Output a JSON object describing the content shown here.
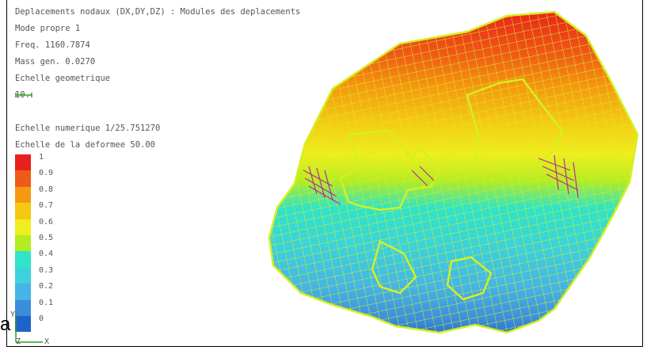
{
  "header": {
    "title": "Deplacements nodaux (DX,DY,DZ) : Modules des deplacements",
    "mode": "Mode propre 1",
    "freq": "Freq. 1160.7874",
    "mass": "Mass gen. 0.0270",
    "geom_scale_label": "Echelle geometrique",
    "geom_scale_value": "10.",
    "num_scale": "Echelle numerique 1/25.751270",
    "deform_scale": "Echelle de la deformee 50.00"
  },
  "legend": {
    "items": [
      {
        "label": "1",
        "color": "#e8201c"
      },
      {
        "label": "0.9",
        "color": "#f05a18"
      },
      {
        "label": "0.8",
        "color": "#f59a10"
      },
      {
        "label": "0.7",
        "color": "#f5c814"
      },
      {
        "label": "0.6",
        "color": "#f0ee1e"
      },
      {
        "label": "0.5",
        "color": "#b4ec24"
      },
      {
        "label": "0.4",
        "color": "#30e4c8"
      },
      {
        "label": "0.3",
        "color": "#3cd2dc"
      },
      {
        "label": "0.2",
        "color": "#46b4e6"
      },
      {
        "label": "0.1",
        "color": "#3c8cdc"
      },
      {
        "label": "0",
        "color": "#1e64c8"
      }
    ]
  },
  "axes": {
    "y": "Y",
    "z": "Z",
    "x": "X"
  },
  "stray_text": "a",
  "colors": {
    "mesh_line": "#d4f01e",
    "accent_line": "#c02890",
    "text": "#555555"
  }
}
